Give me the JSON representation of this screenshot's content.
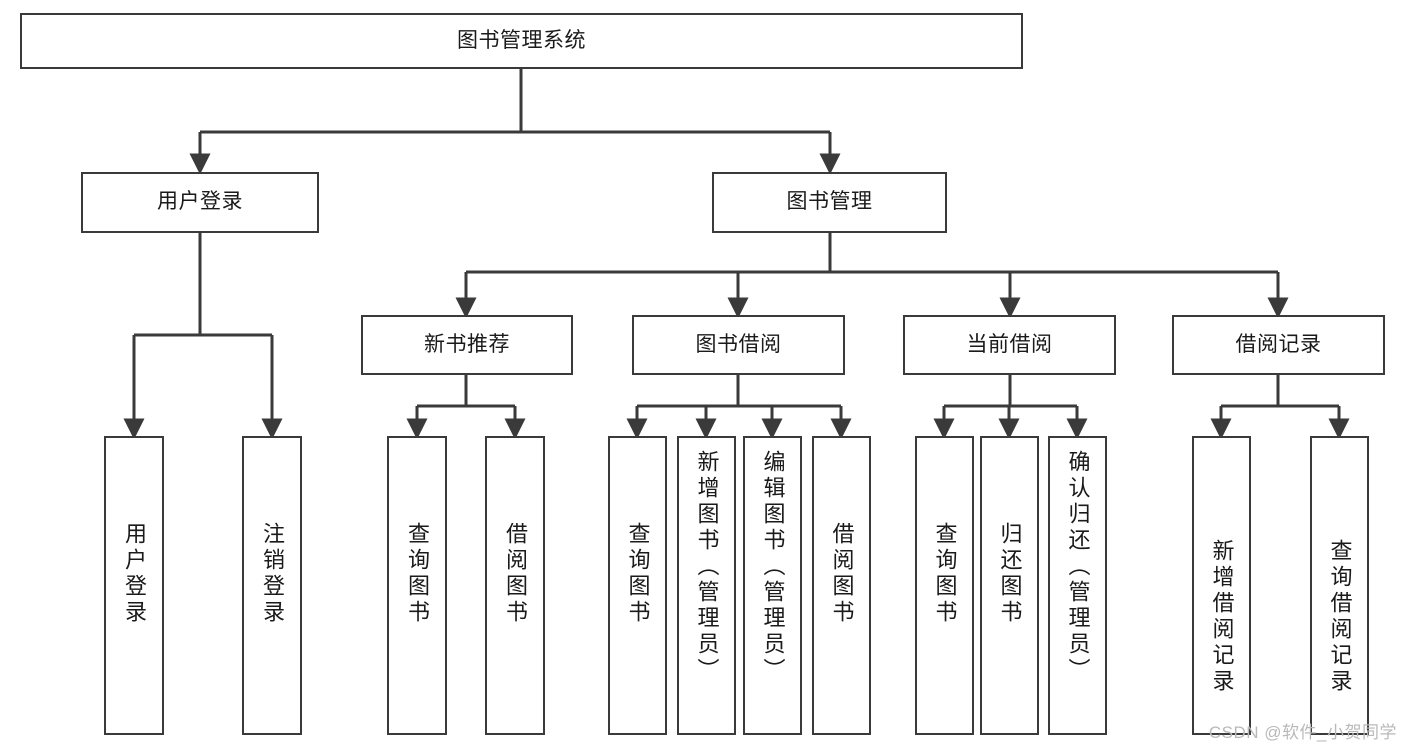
{
  "diagram": {
    "title": "图书管理系统",
    "type": "hierarchy-tree",
    "orientation": "top-down",
    "line_color": "#3a3a3a",
    "box_fill": "#ffffff",
    "text_color": "#1a1a1a",
    "root": {
      "id": "root",
      "label": "图书管理系统",
      "text_direction": "horizontal"
    },
    "level2": [
      {
        "id": "user-login",
        "label": "用户登录",
        "text_direction": "horizontal"
      },
      {
        "id": "book-management",
        "label": "图书管理",
        "text_direction": "horizontal"
      }
    ],
    "level3": [
      {
        "id": "new-book-recommend",
        "label": "新书推荐",
        "text_direction": "horizontal",
        "parent": "book-management"
      },
      {
        "id": "book-borrow",
        "label": "图书借阅",
        "text_direction": "horizontal",
        "parent": "book-management"
      },
      {
        "id": "current-borrow",
        "label": "当前借阅",
        "text_direction": "horizontal",
        "parent": "book-management"
      },
      {
        "id": "borrow-record",
        "label": "借阅记录",
        "text_direction": "horizontal",
        "parent": "book-management"
      }
    ],
    "leaves": [
      {
        "id": "leaf-user-login",
        "label": "用户登录",
        "parent": "user-login",
        "text_direction": "vertical"
      },
      {
        "id": "leaf-logout",
        "label": "注销登录",
        "parent": "user-login",
        "text_direction": "vertical"
      },
      {
        "id": "leaf-query-book-1",
        "label": "查询图书",
        "parent": "new-book-recommend",
        "text_direction": "vertical"
      },
      {
        "id": "leaf-borrow-book-1",
        "label": "借阅图书",
        "parent": "new-book-recommend",
        "text_direction": "vertical"
      },
      {
        "id": "leaf-query-book-2",
        "label": "查询图书",
        "parent": "book-borrow",
        "text_direction": "vertical"
      },
      {
        "id": "leaf-add-book",
        "label": "新增图书（管理员）",
        "parent": "book-borrow",
        "text_direction": "vertical"
      },
      {
        "id": "leaf-edit-book",
        "label": "编辑图书（管理员）",
        "parent": "book-borrow",
        "text_direction": "vertical"
      },
      {
        "id": "leaf-borrow-book-2",
        "label": "借阅图书",
        "parent": "book-borrow",
        "text_direction": "vertical"
      },
      {
        "id": "leaf-query-book-3",
        "label": "查询图书",
        "parent": "current-borrow",
        "text_direction": "vertical"
      },
      {
        "id": "leaf-return-book",
        "label": "归还图书",
        "parent": "current-borrow",
        "text_direction": "vertical"
      },
      {
        "id": "leaf-confirm-return",
        "label": "确认归还（管理员）",
        "parent": "current-borrow",
        "text_direction": "vertical"
      },
      {
        "id": "leaf-add-record",
        "label": "新增借阅记录",
        "parent": "borrow-record",
        "text_direction": "vertical"
      },
      {
        "id": "leaf-query-record",
        "label": "查询借阅记录",
        "parent": "borrow-record",
        "text_direction": "vertical"
      }
    ]
  },
  "watermark": {
    "text": "CSDN @软件_小贺同学"
  }
}
